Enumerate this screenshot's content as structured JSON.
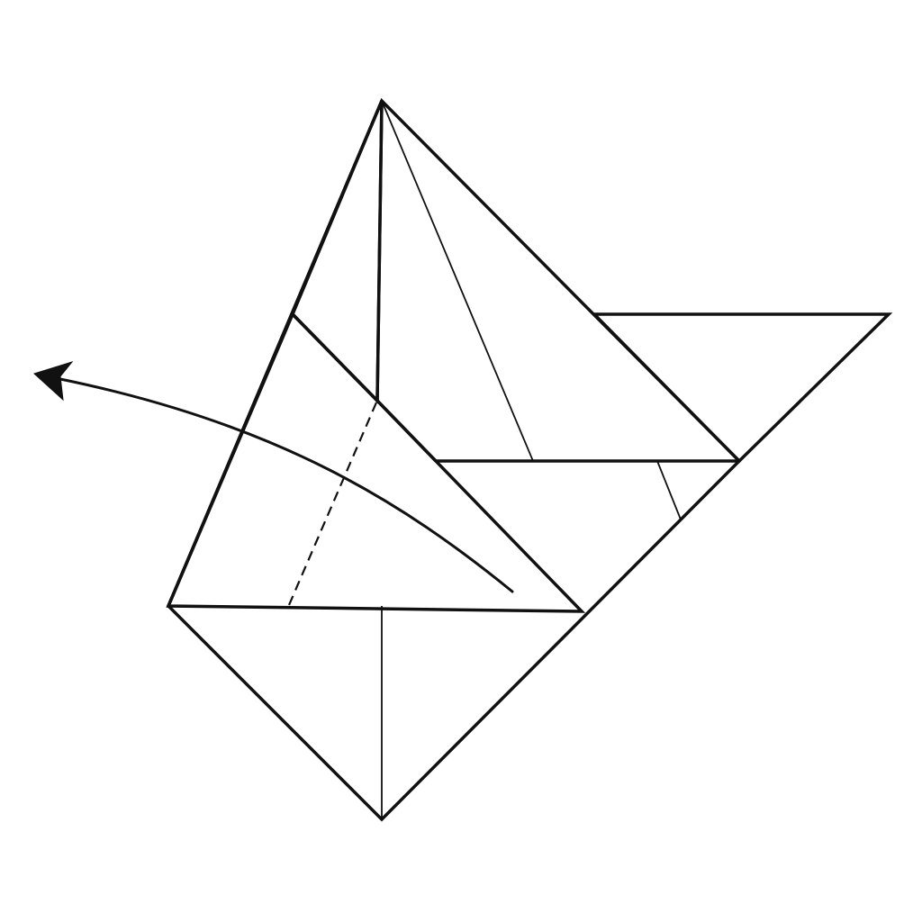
{
  "diagram": {
    "kind": "origami-step",
    "colors": {
      "paper_front": "#ffffff",
      "paper_back": "#ffccff",
      "line": "#111111",
      "background": "#ffffff"
    },
    "fold_lines": [
      "valley-fold"
    ],
    "arrow": "unfold-flap-arrow"
  }
}
